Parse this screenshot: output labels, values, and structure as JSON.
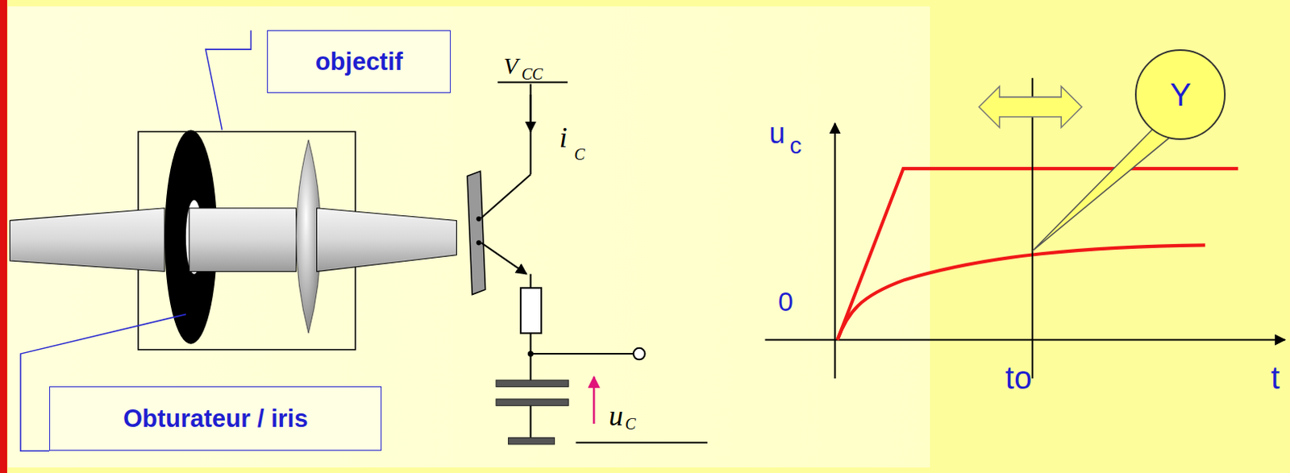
{
  "diagram": {
    "nodes": [
      {
        "text": [
          "objectif"
        ]
      },
      {
        "text": [
          "Obturateur / iris"
        ]
      },
      {
        "text": [
          "Y"
        ]
      }
    ],
    "labels": [
      "V",
      "CC",
      "i",
      "C",
      "u",
      "C",
      "u",
      "c",
      "0",
      "to",
      "t"
    ]
  }
}
